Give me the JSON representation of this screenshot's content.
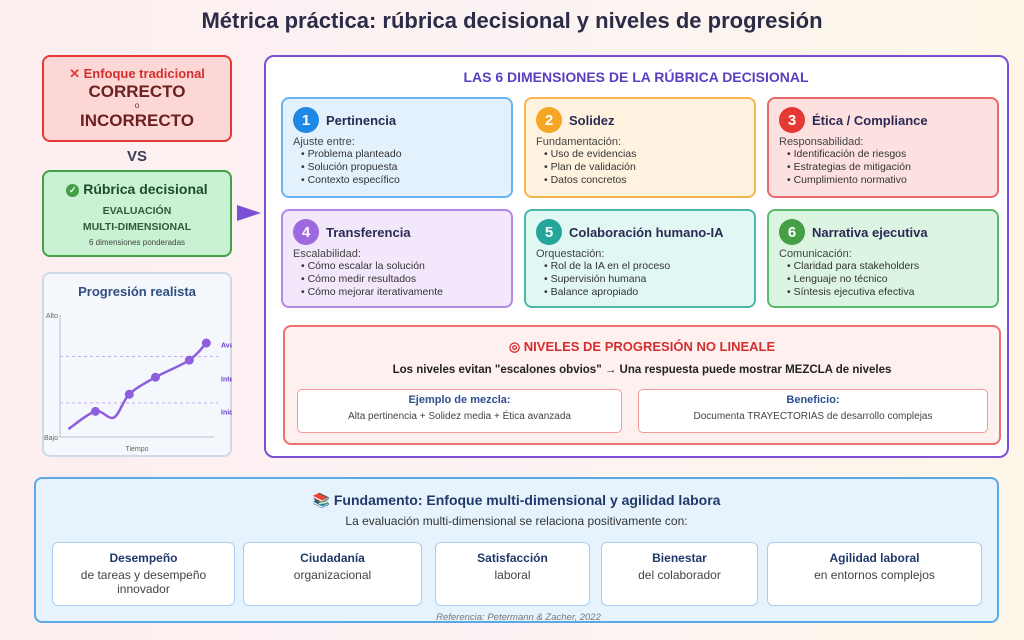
{
  "title": "Métrica práctica: rúbrica decisional y niveles de progresión",
  "traditional": {
    "icon": "x-icon",
    "heading": "Enfoque tradicional",
    "line1": "CORRECTO",
    "or": "o",
    "line2": "INCORRECTO"
  },
  "vs": "VS",
  "rubric": {
    "icon": "check-circle-icon",
    "heading": "Rúbrica decisional",
    "line1": "EVALUACIÓN",
    "line2": "MULTI-DIMENSIONAL",
    "note": "6 dimensiones ponderadas"
  },
  "progression_chart": {
    "title": "Progresión realista"
  },
  "chart_data": {
    "type": "line",
    "title": "Progresión realista",
    "xlabel": "Tiempo",
    "ylabel": "",
    "y_low_label": "Alto",
    "y_bottom_label": "Bajo",
    "ylim": [
      0,
      10
    ],
    "xlim": [
      0,
      10
    ],
    "points": [
      {
        "x": 0.6,
        "y": 0.7,
        "marker": false
      },
      {
        "x": 2.3,
        "y": 2.1,
        "marker": true
      },
      {
        "x": 3.5,
        "y": 1.6,
        "marker": false
      },
      {
        "x": 4.5,
        "y": 3.5,
        "marker": true
      },
      {
        "x": 6.2,
        "y": 4.9,
        "marker": true
      },
      {
        "x": 8.4,
        "y": 6.3,
        "marker": true
      },
      {
        "x": 9.5,
        "y": 7.7,
        "marker": true
      }
    ],
    "thresholds": [
      2.8,
      6.6
    ],
    "levels": [
      {
        "label": "Inicial",
        "y": 2.0
      },
      {
        "label": "Intermedio",
        "y": 4.7
      },
      {
        "label": "Avanzado",
        "y": 7.5
      }
    ],
    "color": "#8e5ee0"
  },
  "main": {
    "heading": "LAS 6 DIMENSIONES DE LA RÚBRICA DECISIONAL",
    "dimensions": [
      {
        "n": "1",
        "title": "Pertinencia",
        "sub": "Ajuste entre:",
        "items": [
          "Problema planteado",
          "Solución propuesta",
          "Contexto específico"
        ],
        "color": "#1e88e5"
      },
      {
        "n": "2",
        "title": "Solidez",
        "sub": "Fundamentación:",
        "items": [
          "Uso de evidencias",
          "Plan de validación",
          "Datos concretos"
        ],
        "color": "#f5a623"
      },
      {
        "n": "3",
        "title": "Ética / Compliance",
        "sub": "Responsabilidad:",
        "items": [
          "Identificación de riesgos",
          "Estrategias de mitigación",
          "Cumplimiento normativo"
        ],
        "color": "#e53935"
      },
      {
        "n": "4",
        "title": "Transferencia",
        "sub": "Escalabilidad:",
        "items": [
          "Cómo escalar la solución",
          "Cómo medir resultados",
          "Cómo mejorar iterativamente"
        ],
        "color": "#9c6ade"
      },
      {
        "n": "5",
        "title": "Colaboración humano-IA",
        "sub": "Orquestación:",
        "items": [
          "Rol de la IA en el proceso",
          "Supervisión humana",
          "Balance apropiado"
        ],
        "color": "#26a69a"
      },
      {
        "n": "6",
        "title": "Narrativa ejecutiva",
        "sub": "Comunicación:",
        "items": [
          "Claridad para stakeholders",
          "Lenguaje no técnico",
          "Síntesis ejecutiva efectiva"
        ],
        "color": "#43a047"
      }
    ],
    "progression": {
      "icon": "target-icon",
      "heading": "NIVELES DE PROGRESIÓN NO LINEALE",
      "lead": "Los niveles evitan \"escalones obvios\" → Una respuesta puede mostrar MEZCLA de niveles",
      "example": {
        "title": "Ejemplo de mezcla:",
        "text": "Alta pertinencia + Solidez media + Ética avanzada"
      },
      "benefit": {
        "title": "Beneficio:",
        "text": "Documenta TRAYECTORIAS de desarrollo complejas"
      }
    }
  },
  "bottom": {
    "icon": "books-icon",
    "heading": "Fundamento: Enfoque multi-dimensional y agilidad labora",
    "sub": "La evaluación multi-dimensional se relaciona positivamente con:",
    "items": [
      {
        "title": "Desempeño",
        "text": "de tareas y desempeño innovador"
      },
      {
        "title": "Ciudadanía",
        "text": "organizacional"
      },
      {
        "title": "Satisfacción",
        "text": "laboral"
      },
      {
        "title": "Bienestar",
        "text": "del colaborador"
      },
      {
        "title": "Agilidad laboral",
        "text": "en entornos complejos"
      }
    ],
    "reference": "Referencia: Petermann & Zacher, 2022"
  }
}
